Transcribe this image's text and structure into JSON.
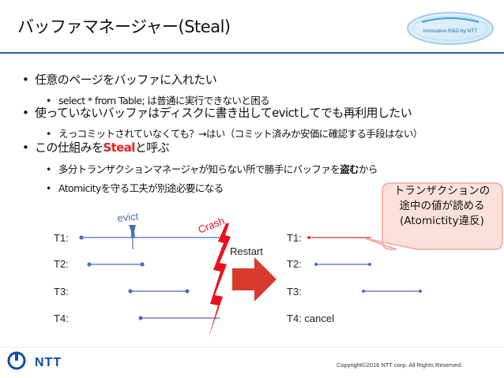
{
  "title": "バッファマネージャー(Steal)",
  "badge": {
    "text": "Innovative R&D by NTT"
  },
  "bullets": [
    {
      "text": "任意のページをバッファに入れたい"
    },
    {
      "text": "select * from Table; は普通に実行できないと困る"
    },
    {
      "text": "使っていないバッファはディスクに書き出してevictしてでも再利用したい"
    },
    {
      "text": "えっコミットされていなくても？→はい（コミット済みか安価に確認する手段はない）"
    },
    {
      "prefix": "この仕組みを",
      "highlight": "Steal",
      "suffix": "と呼ぶ"
    },
    {
      "prefix": "多分トランザクションマネージャが知らない所で勝手にバッファを",
      "emphasis": "盗む",
      "suffix": "から"
    },
    {
      "text": "Atomicityを守る工夫が別途必要になる"
    }
  ],
  "diagram": {
    "left_labels": [
      "T1:",
      "T2:",
      "T3:",
      "T4:"
    ],
    "right_labels": [
      "T1:",
      "T2:",
      "T3:",
      "T4:  cancel"
    ],
    "evict_label": "evict",
    "crash_label": "Crash",
    "restart_label": "Restart"
  },
  "callout": {
    "line1": "トランザクションの",
    "line2": "途中の値が読める",
    "line3": "(Atomictity違反)"
  },
  "footer": {
    "logo_text": "NTT",
    "copyright": "Copyright©2016  NTT corp. All Rights Reserved."
  },
  "colors": {
    "accent": "#2f5fa8",
    "timeline": "#4a6fb5",
    "crash": "#e8121e",
    "arrow": "#d93a2e",
    "highlight": "#e02020",
    "callout_fill": "#fbe0dc",
    "callout_stroke": "#f2a59a",
    "ntt_blue": "#0a4fa0"
  }
}
